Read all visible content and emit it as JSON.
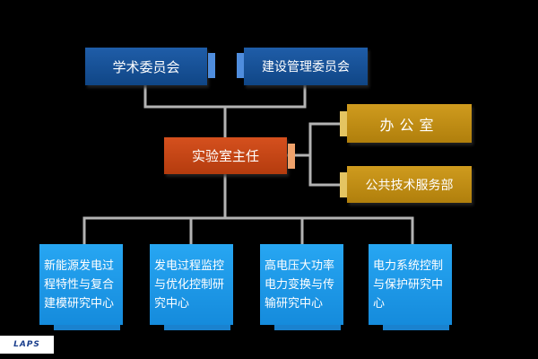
{
  "diagram": {
    "nodes": {
      "academic_committee": "学术委员会",
      "construction_committee": "建设管理委员会",
      "lab_director": "实验室主任",
      "office": "办公室",
      "public_tech_service": "公共技术服务部",
      "center_new_energy": "新能源发电过程特性与复合建模研究中心",
      "center_generation_monitoring": "发电过程监控与优化控制研究中心",
      "center_high_voltage": "高电压大功率电力变换与传输研究中心",
      "center_power_system": "电力系统控制与保护研究中心"
    },
    "edges": [
      [
        "academic_committee",
        "lab_director"
      ],
      [
        "construction_committee",
        "lab_director"
      ],
      [
        "lab_director",
        "office"
      ],
      [
        "lab_director",
        "public_tech_service"
      ],
      [
        "lab_director",
        "center_new_energy"
      ],
      [
        "lab_director",
        "center_generation_monitoring"
      ],
      [
        "lab_director",
        "center_high_voltage"
      ],
      [
        "lab_director",
        "center_power_system"
      ]
    ]
  },
  "logo": {
    "text": "LAPS"
  },
  "colors": {
    "background": "#000000",
    "committee": "#1b5aa6",
    "director": "#c9461a",
    "office": "#c08d17",
    "center": "#1f9ce8",
    "connector": "#b3b3b3"
  }
}
